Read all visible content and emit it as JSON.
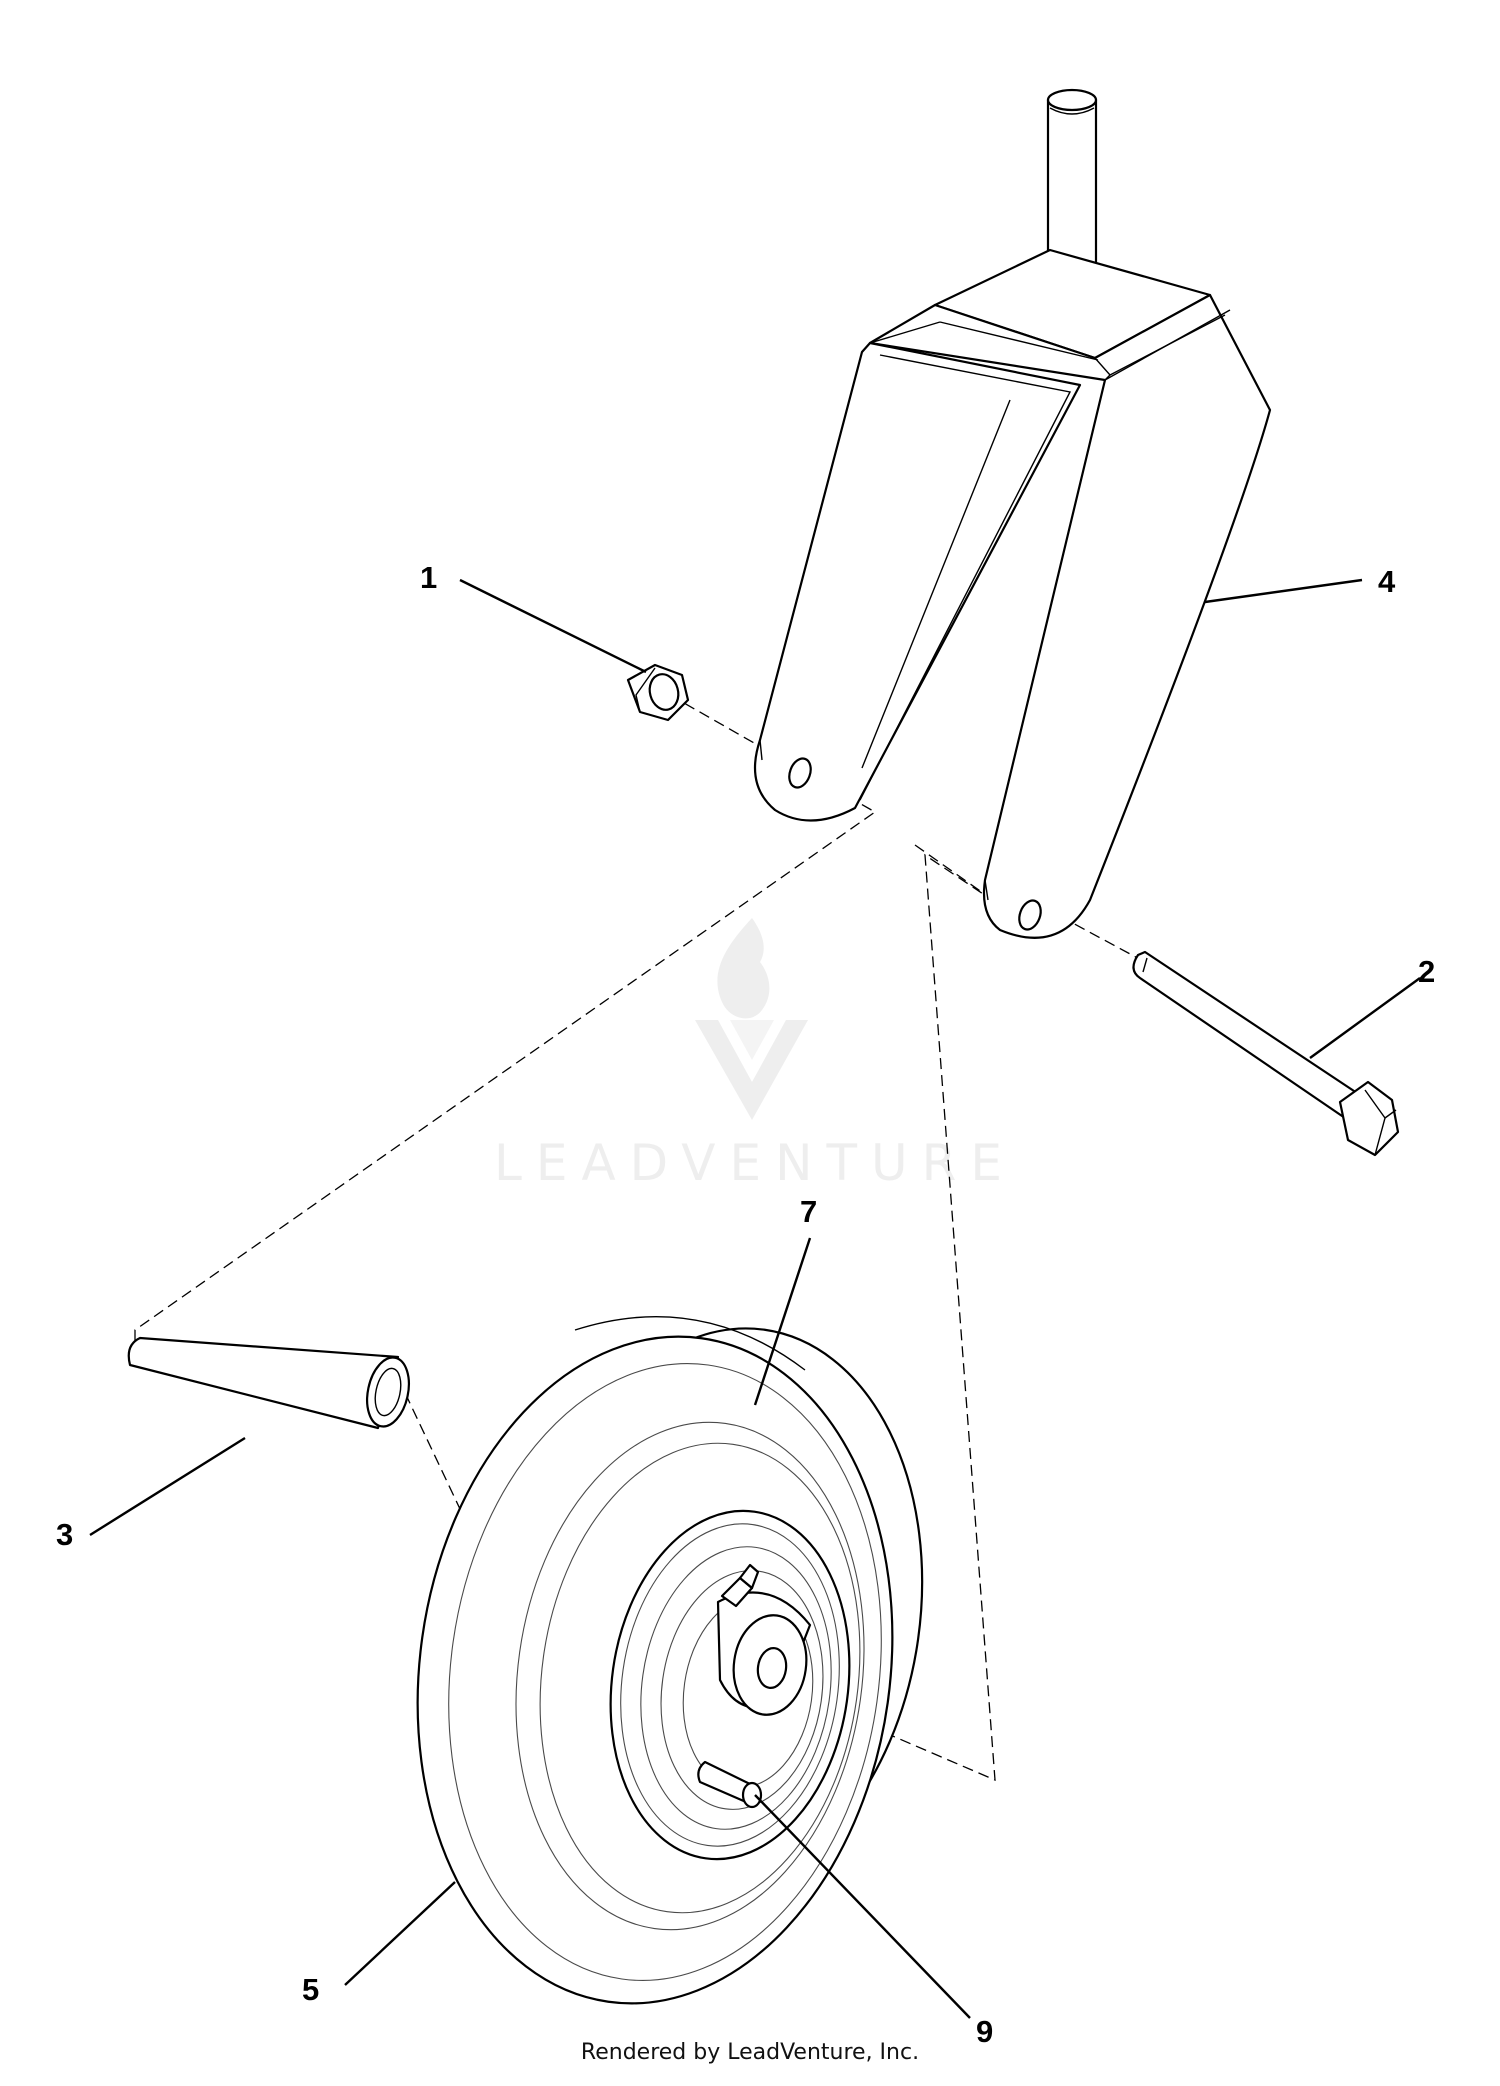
{
  "watermark": {
    "brand": "LEADVENTURE"
  },
  "footer": {
    "credit": "Rendered by LeadVenture, Inc."
  },
  "callouts": [
    {
      "id": "1",
      "label": "1"
    },
    {
      "id": "2",
      "label": "2"
    },
    {
      "id": "3",
      "label": "3"
    },
    {
      "id": "4",
      "label": "4"
    },
    {
      "id": "5",
      "label": "5"
    },
    {
      "id": "7",
      "label": "7"
    },
    {
      "id": "9",
      "label": "9"
    }
  ],
  "colors": {
    "line": "#000000",
    "watermark": "#eeeeee",
    "background": "#ffffff"
  },
  "icons": {
    "watermark_logo": "flame-v-logo-icon"
  }
}
